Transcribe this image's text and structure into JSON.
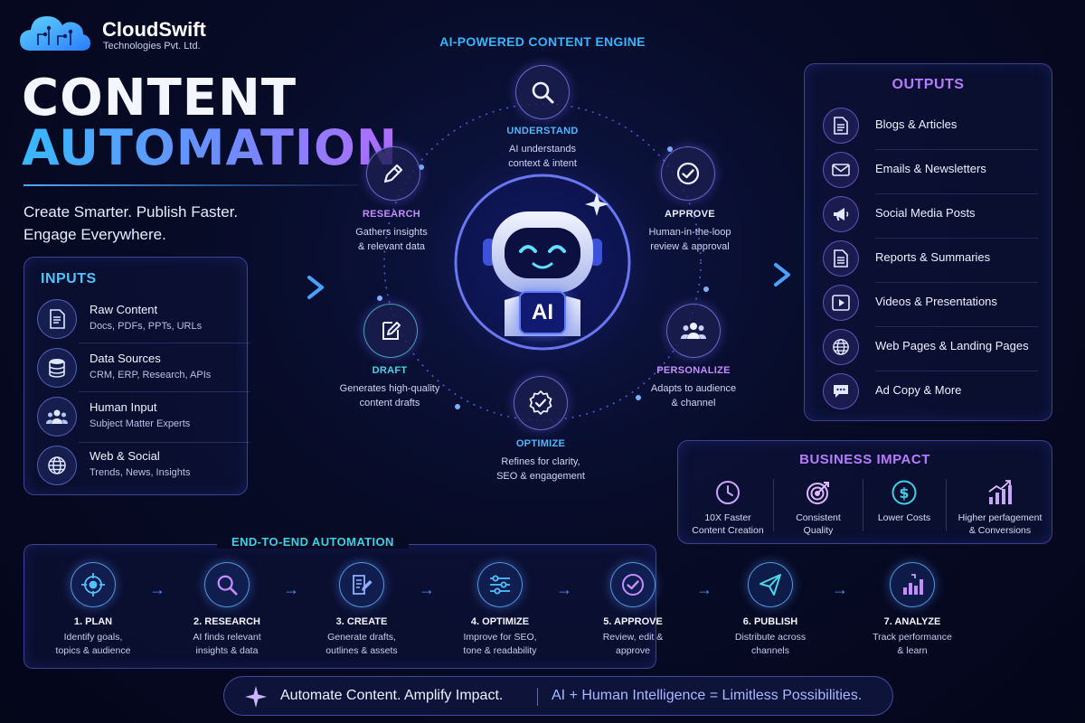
{
  "brand": {
    "name": "CloudSwift",
    "subtitle": "Technologies Pvt. Ltd."
  },
  "hero": {
    "line1": "CONTENT",
    "line2": "AUTOMATION",
    "tagline_1": "Create Smarter. Publish Faster.",
    "tagline_2": "Engage Everywhere."
  },
  "inputs": {
    "title": "INPUTS",
    "items": [
      {
        "title": "Raw Content",
        "desc": "Docs, PDFs, PPTs, URLs",
        "icon": "document-icon"
      },
      {
        "title": "Data Sources",
        "desc": "CRM, ERP, Research, APIs",
        "icon": "database-icon"
      },
      {
        "title": "Human Input",
        "desc": "Subject Matter Experts",
        "icon": "people-icon"
      },
      {
        "title": "Web & Social",
        "desc": "Trends, News, Insights",
        "icon": "globe-icon"
      }
    ]
  },
  "engine": {
    "title": "AI-POWERED CONTENT ENGINE",
    "core_label": "AI",
    "nodes": {
      "understand": {
        "title": "UNDERSTAND",
        "desc1": "AI understands",
        "desc2": "context & intent",
        "color": "#4fb6ff"
      },
      "research": {
        "title": "RESEARCH",
        "desc1": "Gathers insights",
        "desc2": "& relevant data",
        "color": "#c58cff"
      },
      "approve": {
        "title": "APPROVE",
        "desc1": "Human-in-the-loop",
        "desc2": "review & approval",
        "color": "#e8ecff"
      },
      "draft": {
        "title": "DRAFT",
        "desc1": "Generates high-quality",
        "desc2": "content drafts",
        "color": "#44d6e8"
      },
      "personalize": {
        "title": "PERSONALIZE",
        "desc1": "Adapts to audience",
        "desc2": "& channel",
        "color": "#c58cff"
      },
      "optimize": {
        "title": "OPTIMIZE",
        "desc1": "Refines for clarity,",
        "desc2": "SEO & engagement",
        "color": "#4fb6ff"
      }
    }
  },
  "outputs": {
    "title": "OUTPUTS",
    "items": [
      {
        "label": "Blogs & Articles",
        "icon": "article-icon"
      },
      {
        "label": "Emails & Newsletters",
        "icon": "email-icon"
      },
      {
        "label": "Social Media Posts",
        "icon": "megaphone-icon"
      },
      {
        "label": "Reports & Summaries",
        "icon": "report-icon"
      },
      {
        "label": "Videos & Presentations",
        "icon": "video-icon"
      },
      {
        "label": "Web Pages & Landing Pages",
        "icon": "globe-icon"
      },
      {
        "label": "Ad Copy & More",
        "icon": "chat-icon"
      }
    ]
  },
  "impact": {
    "title": "BUSINESS IMPACT",
    "items": [
      {
        "l1": "10X Faster",
        "l2": "Content Creation",
        "icon": "clock-icon"
      },
      {
        "l1": "Consistent",
        "l2": "Quality",
        "icon": "target-icon"
      },
      {
        "l1": "Lower Costs",
        "l2": "",
        "icon": "dollar-icon"
      },
      {
        "l1": "Higher perfagement",
        "l2": "& Conversions",
        "icon": "growth-chart-icon"
      }
    ]
  },
  "automation": {
    "title": "END-TO-END AUTOMATION",
    "steps": [
      {
        "title": "1. PLAN",
        "d1": "Identify goals,",
        "d2": "topics & audience",
        "icon": "crosshair-icon"
      },
      {
        "title": "2. RESEARCH",
        "d1": "AI finds relevant",
        "d2": "insights & data",
        "icon": "search-icon"
      },
      {
        "title": "3. CREATE",
        "d1": "Generate drafts,",
        "d2": "outlines & assets",
        "icon": "edit-document-icon"
      },
      {
        "title": "4. OPTIMIZE",
        "d1": "Improve for SEO,",
        "d2": "tone & readability",
        "icon": "sliders-icon"
      },
      {
        "title": "5. APPROVE",
        "d1": "Review, edit &",
        "d2": "approve",
        "icon": "check-circle-icon"
      },
      {
        "title": "6. PUBLISH",
        "d1": "Distribute across",
        "d2": "channels",
        "icon": "send-icon"
      },
      {
        "title": "7. ANALYZE",
        "d1": "Track performance",
        "d2": "& learn",
        "icon": "bar-chart-icon"
      }
    ]
  },
  "banner": {
    "text1": "Automate Content. Amplify Impact.",
    "text2": "AI + Human Intelligence = Limitless Possibilities."
  },
  "colors": {
    "background": "#070b26",
    "cyan_accent": "#34b6ff",
    "purple_accent": "#b57cff",
    "teal_accent": "#3fd0e8"
  }
}
